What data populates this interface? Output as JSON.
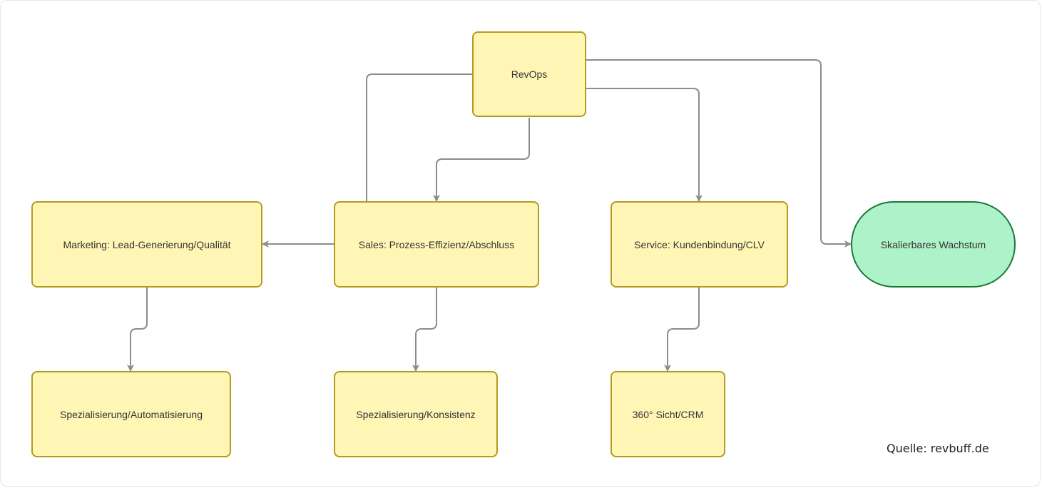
{
  "nodes": {
    "revops": "RevOps",
    "marketing": "Marketing: Lead-Generierung/Qualität",
    "sales": "Sales: Prozess-Effizienz/Abschluss",
    "service": "Service: Kundenbindung/CLV",
    "growth": "Skalierbares Wachstum",
    "marketing_sub": "Spezialisierung/Automatisierung",
    "sales_sub": "Spezialisierung/Konsistenz",
    "service_sub": "360° Sicht/CRM"
  },
  "source": "Quelle: revbuff.de",
  "colors": {
    "box_fill": "#fff6b6",
    "box_border": "#b49a1e",
    "growth_fill": "#aef2c9",
    "growth_border": "#1a7a34",
    "edge": "#8c8c8c"
  }
}
